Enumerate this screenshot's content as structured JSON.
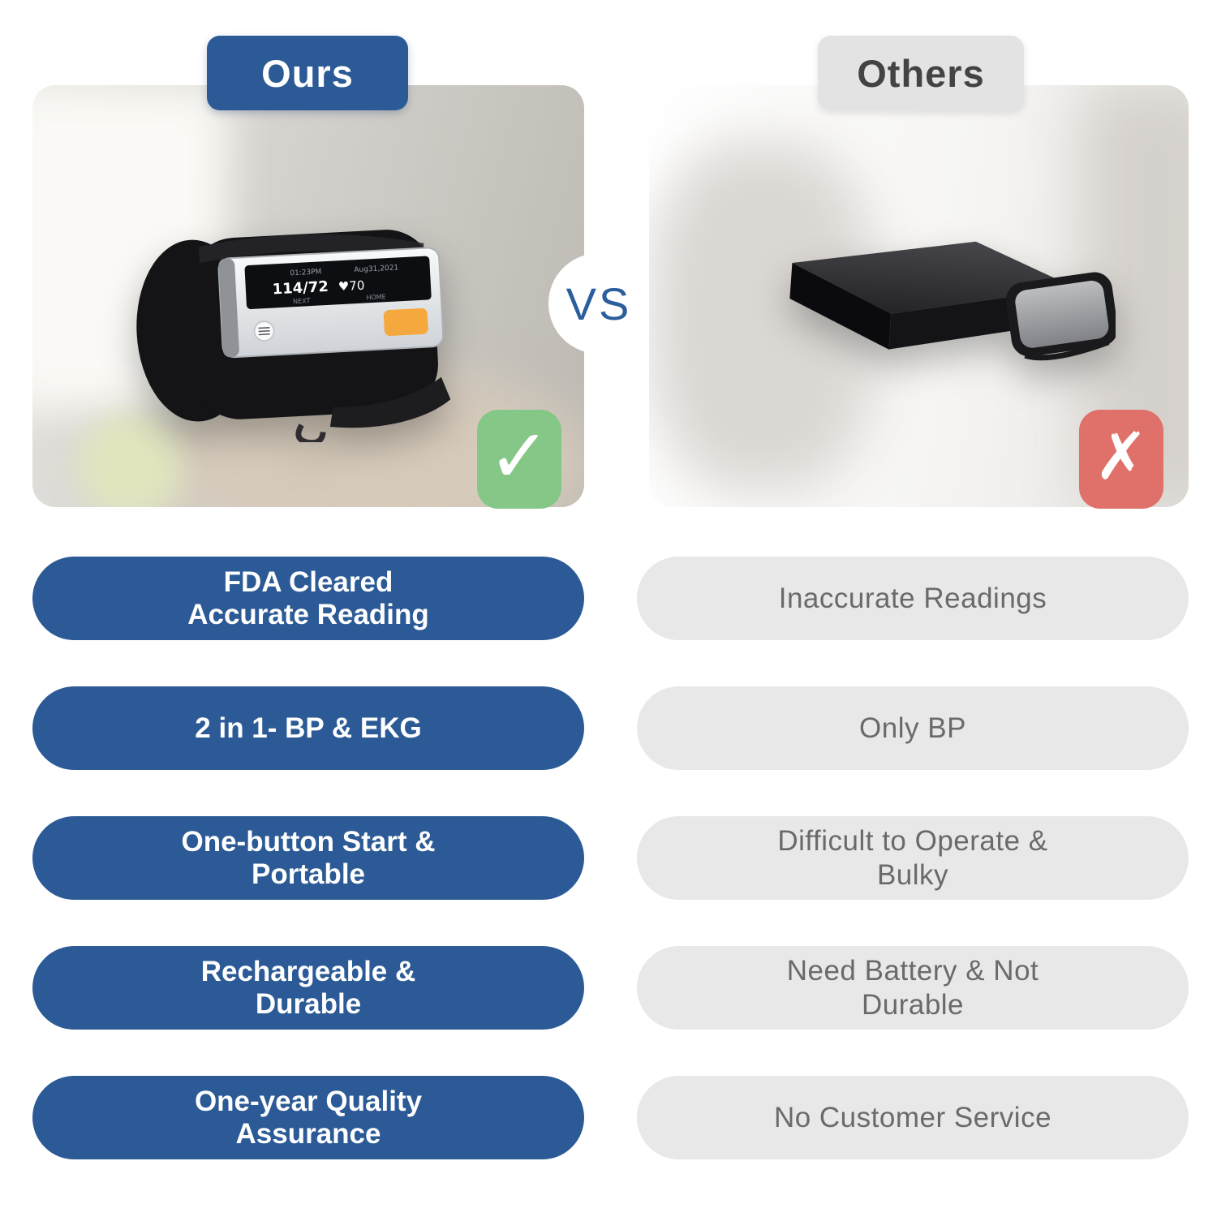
{
  "header": {
    "ours_label": "Ours",
    "others_label": "Others",
    "vs_label": "VS"
  },
  "badges": {
    "check_icon": "✓",
    "cross_icon": "✗"
  },
  "ours_device_screen": {
    "time": "01:23PM",
    "date": "Aug31,2021",
    "bp_reading": "114/72",
    "pulse": "♥70",
    "left_button": "NEXT",
    "right_button": "HOME"
  },
  "comparison": {
    "rows": [
      {
        "ours": "FDA Cleared\nAccurate Reading",
        "others": "Inaccurate Readings"
      },
      {
        "ours": "2 in 1- BP & EKG",
        "others": "Only BP"
      },
      {
        "ours": "One-button Start &\nPortable",
        "others": "Difficult to Operate &\nBulky"
      },
      {
        "ours": "Rechargeable &\nDurable",
        "others": "Need Battery & Not\nDurable"
      },
      {
        "ours": "One-year Quality\nAssurance",
        "others": "No Customer Service"
      }
    ]
  },
  "colors": {
    "brand_blue": "#2b5a96",
    "pill_gray": "#e8e8e8",
    "check_green": "#85c787",
    "cross_red": "#e0716a"
  }
}
